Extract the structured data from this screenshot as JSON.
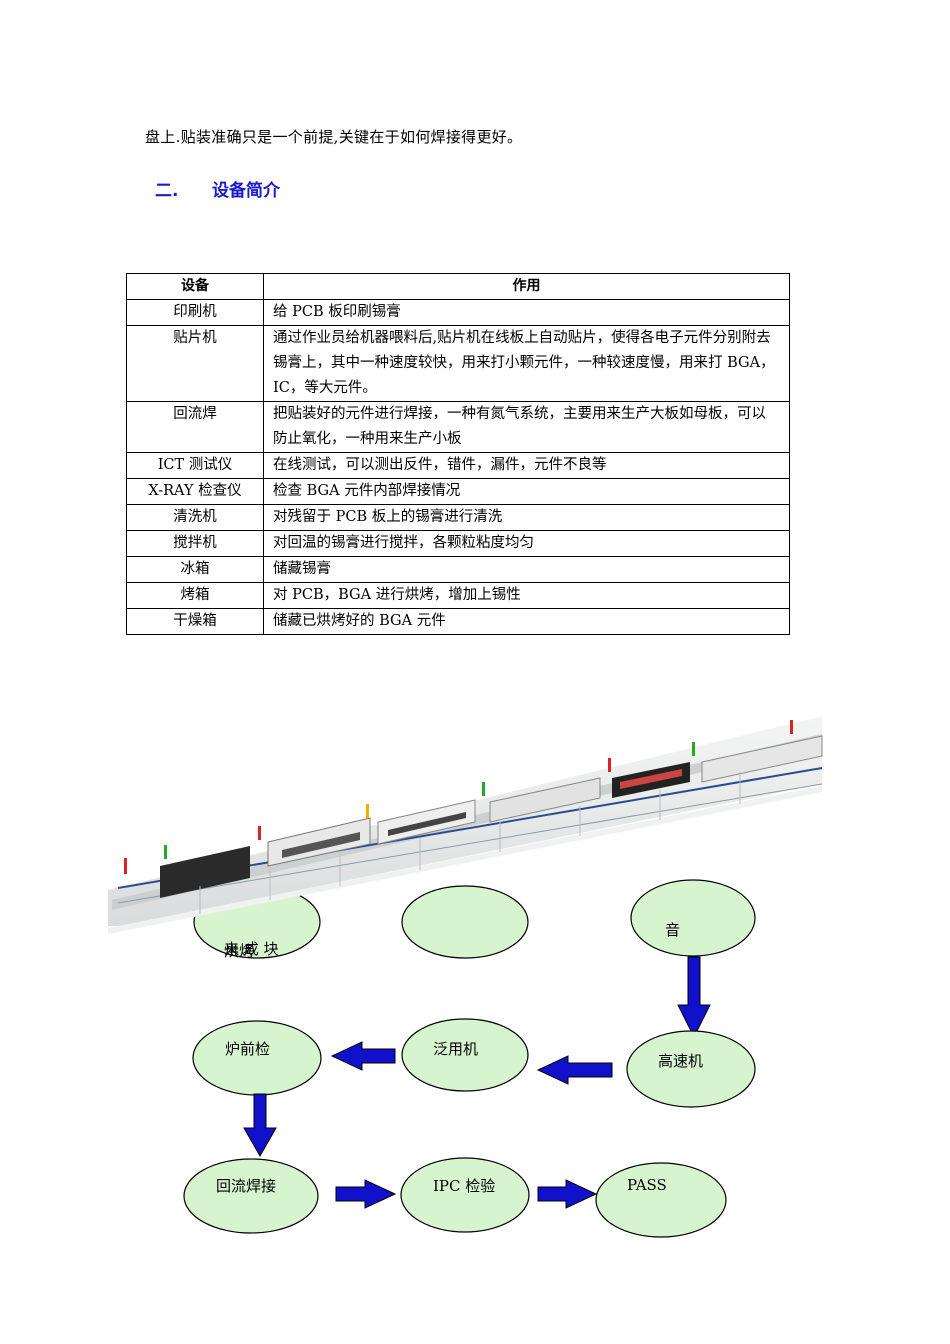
{
  "intro_text": "盘上.贴装准确只是一个前提,关键在于如何焊接得更好。",
  "section": {
    "number": "二.",
    "title": "设备简介"
  },
  "table": {
    "headers": [
      "设备",
      "作用"
    ],
    "rows": [
      {
        "device": "印刷机",
        "function": "给 PCB 板印刷锡膏"
      },
      {
        "device": "贴片机",
        "function": "通过作业员给机器喂料后,贴片机在线板上自动贴片，使得各电子元件分别附去锡膏上，其中一种速度较快，用来打小颗元件，一种较速度慢，用来打 BGA，IC，等大元件。"
      },
      {
        "device": "回流焊",
        "function": "  把贴装好的元件进行焊接，一种有氮气系统，主要用来生产大板如母板，可以防止氧化，一种用来生产小板"
      },
      {
        "device": "ICT 测试仪",
        "function": "在线测试，可以测出反件，错件，漏件，元件不良等"
      },
      {
        "device": "X-RAY 检查仪",
        "function": "检查 BGA 元件内部焊接情况"
      },
      {
        "device": "清洗机",
        "function": "对残留于 PCB 板上的锡膏进行清洗"
      },
      {
        "device": "搅拌机",
        "function": "对回温的锡膏进行搅拌，各颗粒粘度均匀"
      },
      {
        "device": "冰箱",
        "function": "  储藏锡膏"
      },
      {
        "device": "烤箱",
        "function": "对 PCB，BGA 进行烘烤，增加上锡性"
      },
      {
        "device": "干燥箱",
        "function": "储藏已烘烤好的 BGA 元件"
      }
    ]
  },
  "flow": {
    "partial_top_left": "来 成 块",
    "partial_top_left_2": "烘烤",
    "partial_top_right": "音",
    "nodes": {
      "furnace_check": "炉前检",
      "general_machine": "泛用机",
      "high_speed": "高速机",
      "reflow": "回流焊接",
      "ipc": "IPC 检验",
      "pass": "PASS"
    }
  },
  "colors": {
    "heading": "#1a1acc",
    "ellipse_fill": "#d6f5cf",
    "arrow_fill": "#1111cc"
  }
}
